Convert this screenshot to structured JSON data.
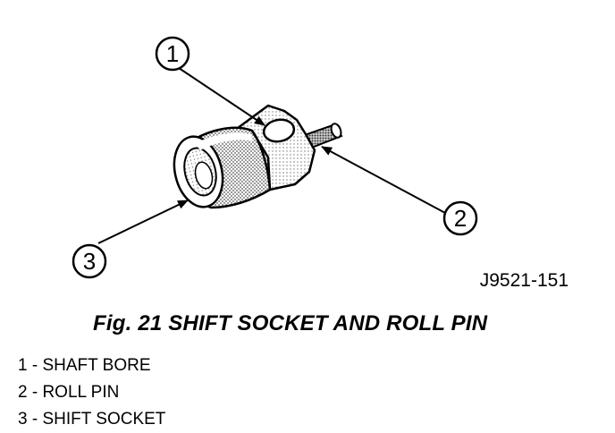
{
  "figure": {
    "id_label": "J9521-151",
    "callouts": [
      "1",
      "2",
      "3"
    ],
    "caption": "Fig. 21 SHIFT SOCKET AND ROLL PIN"
  },
  "legend": [
    "1 - SHAFT BORE",
    "2 - ROLL PIN",
    "3 - SHIFT SOCKET"
  ],
  "colors": {
    "ink": "#000000",
    "paper": "#ffffff",
    "shade": "#9a9a9a"
  }
}
